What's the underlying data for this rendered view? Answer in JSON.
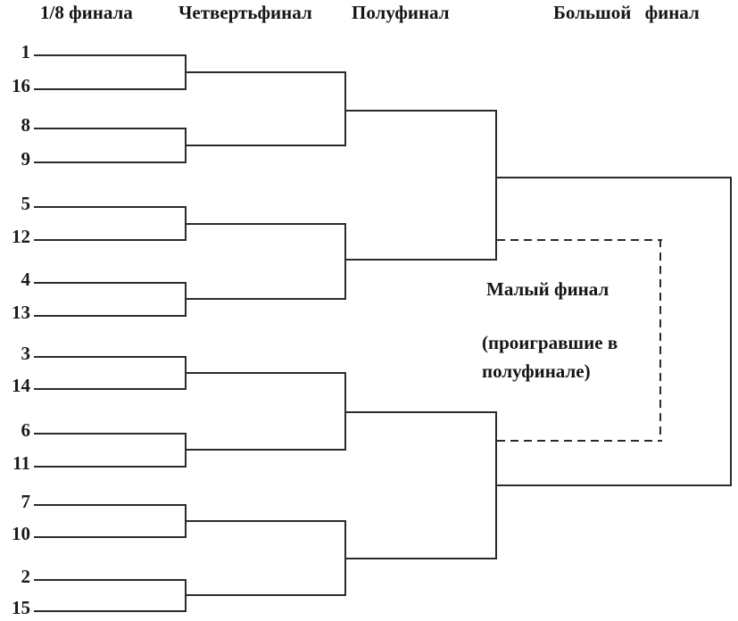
{
  "header": {
    "columns": [
      {
        "label": "1/8 финала"
      },
      {
        "label": "Четвертьфинал"
      },
      {
        "label": "Полуфинал"
      },
      {
        "label": "Большой финал"
      }
    ]
  },
  "bracket": {
    "seeds": [
      "1",
      "16",
      "8",
      "9",
      "5",
      "12",
      "4",
      "13",
      "3",
      "14",
      "6",
      "11",
      "7",
      "10",
      "2",
      "15"
    ]
  },
  "small_final": {
    "title": "Малый финал",
    "note_line1": "(проигравшие в",
    "note_line2": "полуфинале)"
  },
  "colors": {
    "line": "#2b2b2b",
    "text": "#151515"
  }
}
